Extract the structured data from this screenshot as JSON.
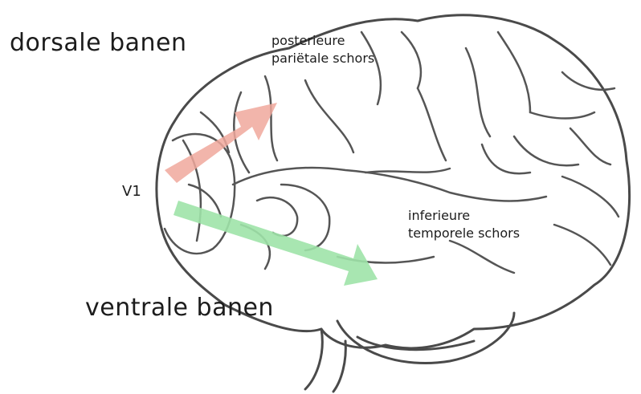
{
  "labels": {
    "dorsal_title": "dorsale banen",
    "ventral_title": "ventrale banen",
    "v1": "V1",
    "posterior_line1": "posterieure",
    "posterior_line2": "pariëtale schors",
    "inferior_line1": "inferieure",
    "inferior_line2": "temporele schors"
  },
  "colors": {
    "dorsal_arrow": "#f0a89c",
    "ventral_arrow": "#9fe3a8",
    "outline": "#4a4a4a",
    "text": "#1c1c1c"
  }
}
